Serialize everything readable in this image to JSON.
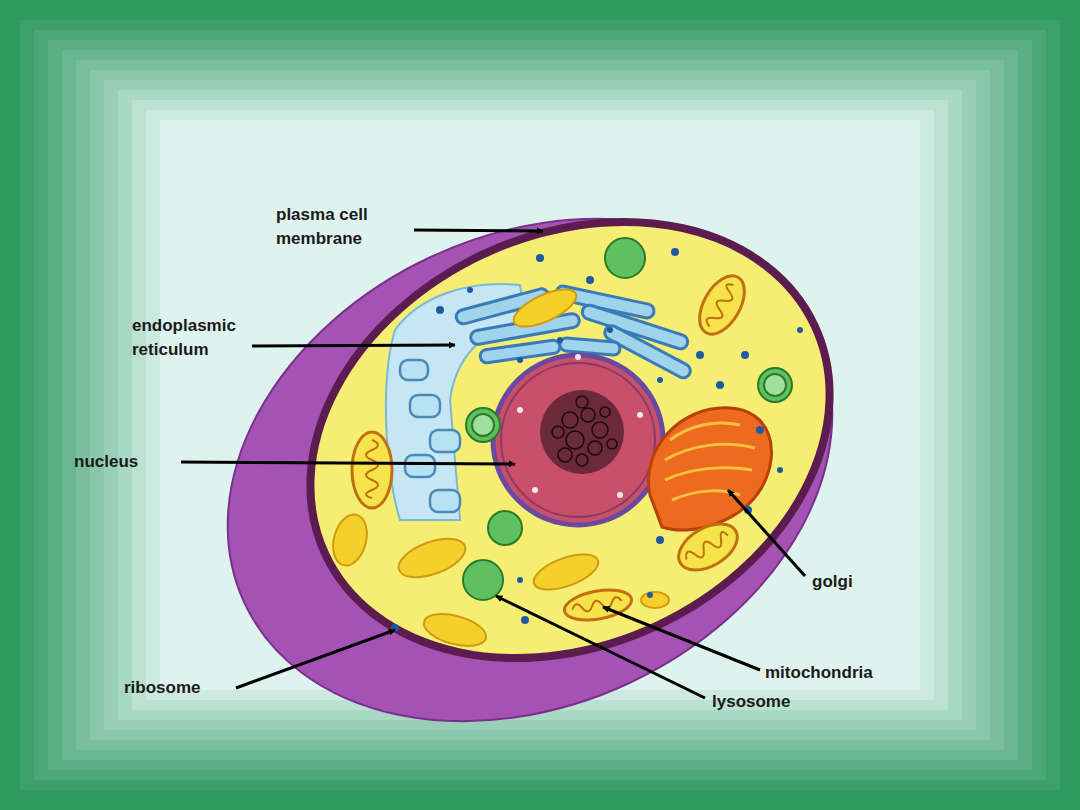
{
  "diagram": {
    "labels": [
      "plasma cell membrane",
      "endoplasmic reticulum",
      "nucleus",
      "golgi",
      "mitochondria",
      "ribosome",
      "lysosome"
    ]
  }
}
